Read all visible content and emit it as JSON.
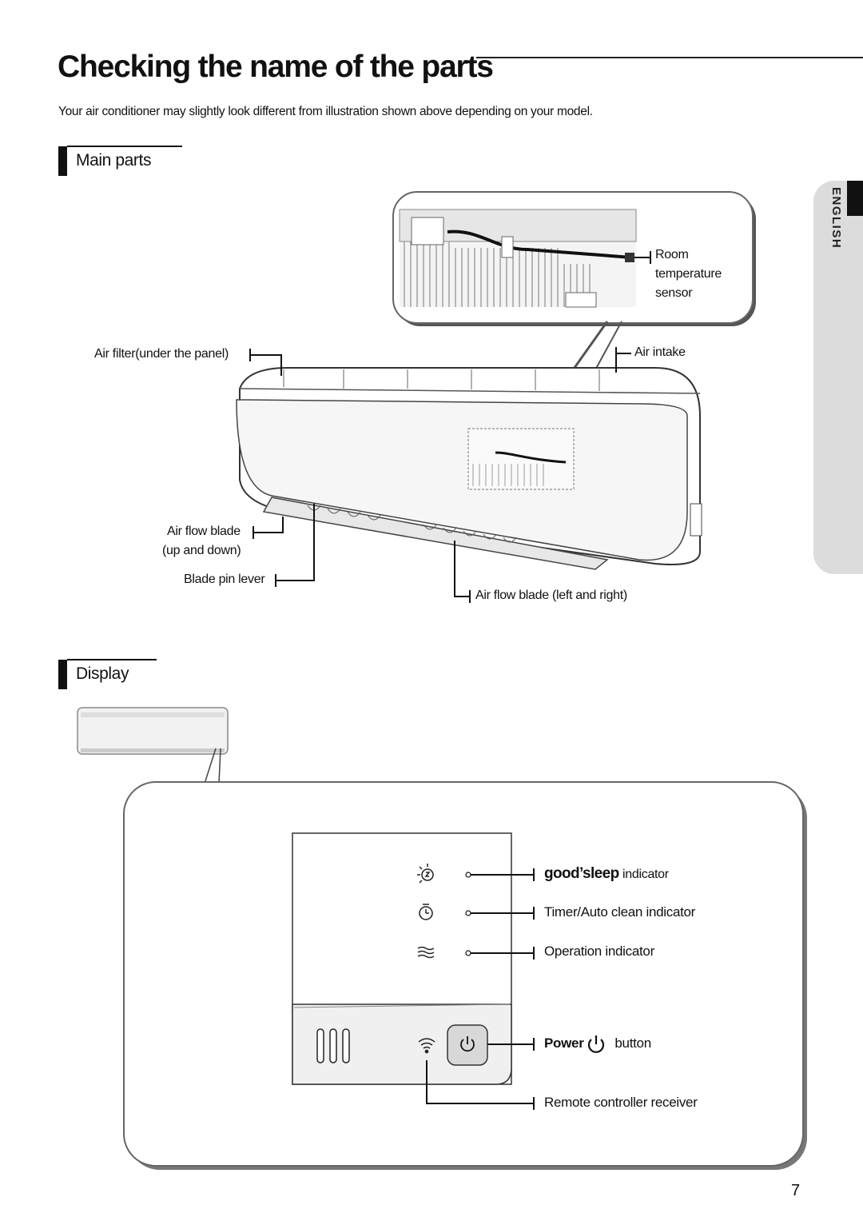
{
  "page": {
    "title": "Checking the name of the parts",
    "intro": "Your air conditioner may slightly look different from illustration shown above depending on your model.",
    "language_tab": "ENGLISH",
    "page_number": "7"
  },
  "main_parts": {
    "heading": "Main parts",
    "labels": {
      "room_sensor_1": "Room",
      "room_sensor_2": "temperature",
      "room_sensor_3": "sensor",
      "air_filter": "Air filter(under the panel)",
      "air_intake": "Air intake",
      "air_flow_ud_1": "Air flow blade",
      "air_flow_ud_2": "(up and down)",
      "blade_pin": "Blade pin lever",
      "air_flow_lr": "Air flow blade (left and right)"
    }
  },
  "display": {
    "heading": "Display",
    "labels": {
      "goodsleep_brand": "good’sleep",
      "goodsleep_suffix": "indicator",
      "timer": "Timer/Auto clean indicator",
      "operation": "Operation indicator",
      "power_word": "Power",
      "power_suffix": "button",
      "remote": "Remote controller receiver"
    }
  },
  "icons": [
    "sleep-icon",
    "timer-icon",
    "operation-icon",
    "wifi-icon",
    "power-icon"
  ]
}
